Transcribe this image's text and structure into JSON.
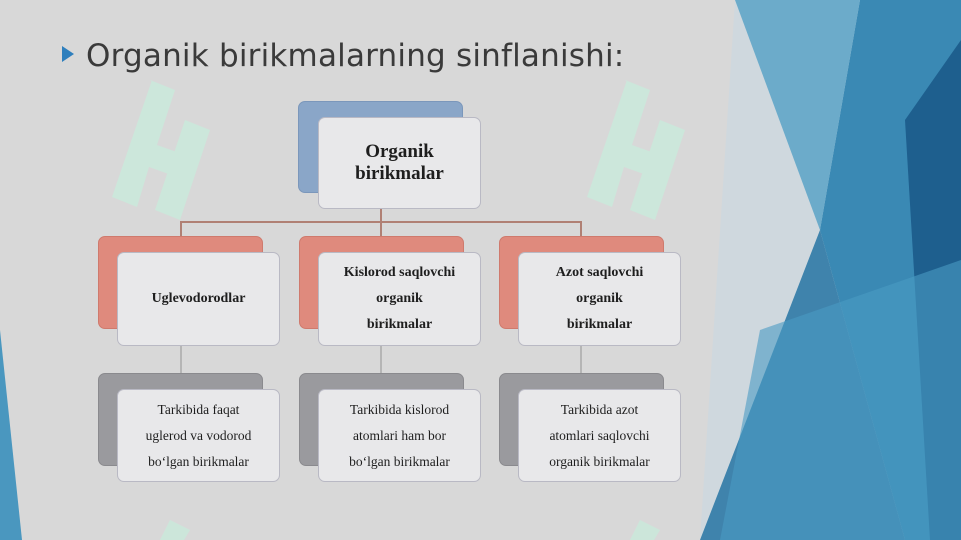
{
  "slide": {
    "title": "Organik birikmalarning sinflanishi:"
  },
  "diagram": {
    "root": {
      "line1": "Organik",
      "line2": "birikmalar"
    },
    "categories": [
      {
        "lines": [
          "Uglevodorodlar"
        ]
      },
      {
        "lines": [
          "Kislorod saqlovchi",
          "organik",
          "birikmalar"
        ]
      },
      {
        "lines": [
          "Azot saqlovchi",
          "organik",
          "birikmalar"
        ]
      }
    ],
    "descriptions": [
      {
        "lines": [
          "Tarkibida faqat",
          "uglerod va vodorod",
          "bo‘lgan birikmalar"
        ]
      },
      {
        "lines": [
          "Tarkibida kislorod",
          "atomlari ham bor",
          "bo‘lgan birikmalar"
        ]
      },
      {
        "lines": [
          "Tarkibida azot",
          "atomlari saqlovchi",
          "organik birikmalar"
        ]
      }
    ]
  },
  "colors": {
    "background": "#d8d8d8",
    "accent_blue": "#2e7fbd",
    "root_back": "#8aa6c8",
    "category_back": "#df8a7d",
    "description_back": "#9a9a9e"
  }
}
